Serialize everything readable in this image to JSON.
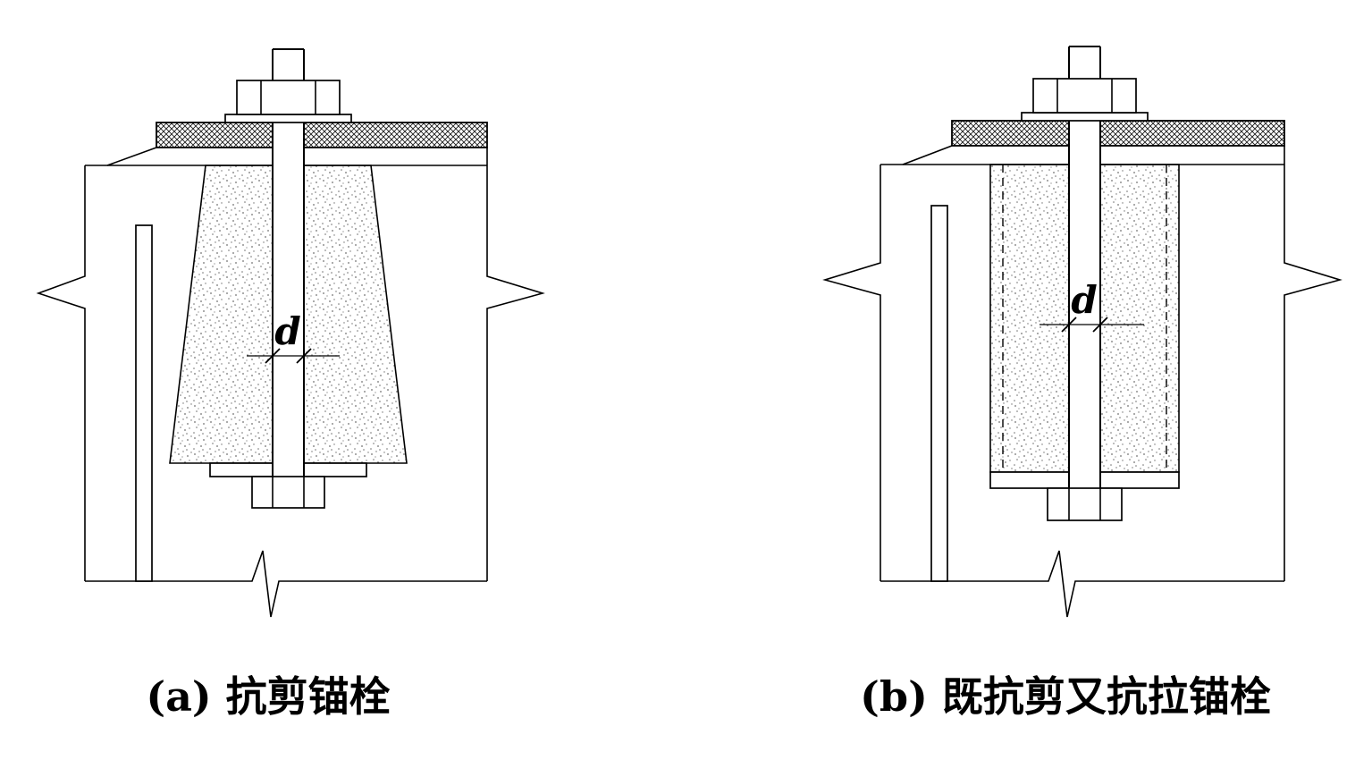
{
  "figure": {
    "diagram_a": {
      "caption": "(a) 抗剪锚栓",
      "dimension_label": "d"
    },
    "diagram_b": {
      "caption": "(b) 既抗剪又抗拉锚栓",
      "dimension_label": "d"
    }
  },
  "colors": {
    "line": "#000000",
    "background": "#ffffff",
    "hatch": "#1a1a1a",
    "stipple": "#707070"
  }
}
